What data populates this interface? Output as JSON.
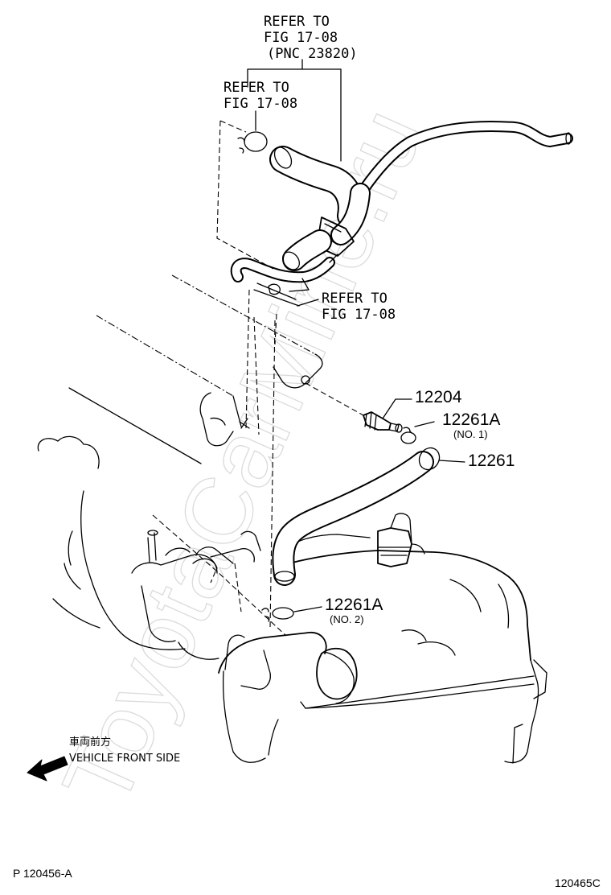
{
  "watermark": "ToyotaCarMine.ru",
  "references": {
    "top_line1": "REFER TO",
    "top_line2": "FIG 17-08",
    "top_line3": "(PNC 23820)",
    "upper_line1": "REFER TO",
    "upper_line2": "FIG 17-08",
    "mid_line1": "REFER TO",
    "mid_line2": "FIG 17-08"
  },
  "parts": [
    {
      "number": "12204",
      "note": ""
    },
    {
      "number": "12261A",
      "note": "(NO. 1)"
    },
    {
      "number": "12261",
      "note": ""
    },
    {
      "number": "12261A",
      "note": "(NO. 2)"
    }
  ],
  "direction": {
    "jp_label": "車両前方",
    "en_label": "VEHICLE FRONT SIDE"
  },
  "footer": {
    "left_code": "P 120456-A",
    "right_code": "120465C"
  }
}
